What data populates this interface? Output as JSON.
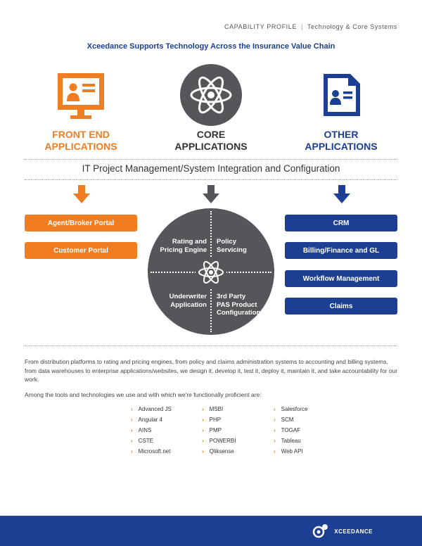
{
  "header": {
    "left": "CAPABILITY PROFILE",
    "separator": "|",
    "right": "Technology & Core Systems"
  },
  "main_title": "Xceedance Supports Technology Across the Insurance Value Chain",
  "categories": [
    {
      "line1": "FRONT END",
      "line2": "APPLICATIONS",
      "color": "#f07d22",
      "icon": "monitor-user-icon"
    },
    {
      "line1": "CORE",
      "line2": "APPLICATIONS",
      "color": "#333333",
      "icon": "atom-icon"
    },
    {
      "line1": "OTHER",
      "line2": "APPLICATIONS",
      "color": "#1c3f94",
      "icon": "document-user-icon"
    }
  ],
  "band": "IT Project Management/System Integration and Configuration",
  "front_end_items": [
    "Agent/Broker Portal",
    "Customer Portal"
  ],
  "other_items": [
    "CRM",
    "Billing/Finance and GL",
    "Workflow Management",
    "Claims"
  ],
  "core": {
    "q1": [
      "Rating and",
      "Pricing Engine"
    ],
    "q2": [
      "Policy",
      "Servicing"
    ],
    "q3": [
      "Underwriter",
      "Application"
    ],
    "q4": [
      "3rd Party",
      "PAS Product",
      "Configuration"
    ]
  },
  "paragraph1": "From distribution platforms to rating and pricing engines, from policy and claims administration systems to accounting and billing systems, from data warehouses to enterprise applications/websites, we design it, develop it, test it, deploy it, maintain it, and take accountability for our work.",
  "paragraph2": "Among the tools and technologies we use and with which we're functionally proficient are:",
  "tools": [
    [
      "Advanced JS",
      "Angular 4",
      "AINS",
      "CSTE",
      "Microsoft.net"
    ],
    [
      "MSBI",
      "PHP",
      "PMP",
      "POWERBI",
      "Qliksense"
    ],
    [
      "Salesforce",
      "SCM",
      "TOGAF",
      "Tableau",
      "Web API"
    ]
  ],
  "footer_logo": "XCEEDANCE",
  "colors": {
    "orange": "#f07d22",
    "blue": "#1c3f94",
    "gray": "#55565a"
  }
}
